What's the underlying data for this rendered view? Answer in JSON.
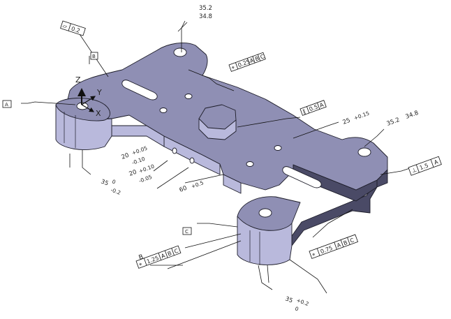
{
  "colors": {
    "top_face": "#8f8fb4",
    "side_face": "#b9b9dc",
    "dark_face": "#4a4a66",
    "edge": "#1c1c28",
    "leader": "#111111",
    "background": "#ffffff"
  },
  "datums": {
    "a": "A",
    "b": "B",
    "c": "C",
    "b_lower": "B"
  },
  "axes": {
    "z": "Z",
    "y": "Y",
    "x": "X"
  },
  "tolerance_frames": {
    "flatness": {
      "symbol": "▱",
      "value": "0.2"
    },
    "top_position": {
      "symbol": "⌖",
      "value": "0.25",
      "datums": [
        "A",
        "B",
        "C"
      ]
    },
    "hex_parallel": {
      "symbol": "∥",
      "value": "0.5",
      "datums": [
        "A"
      ]
    },
    "right_perpendicular": {
      "symbol": "⊥",
      "value": "1.5",
      "datums": [
        "A"
      ]
    },
    "bottom_position": {
      "symbol": "⌖",
      "value": "0.75",
      "datums": [
        "A",
        "B",
        "C"
      ]
    },
    "left_position": {
      "symbol": "⌖",
      "value": "1.25",
      "datums": [
        "A",
        "B",
        "C"
      ]
    }
  },
  "dimensions": {
    "top_upper": "35.2",
    "top_lower": "34.8",
    "right_35_2": "35.2",
    "right_34_8": "34.8",
    "dim_25_main": "25",
    "dim_25_tol": "+0.15",
    "dim_20a_main": "20",
    "dim_20a_tol_upper": "+0.05",
    "dim_20a_tol_lower": "-0.10",
    "dim_20b_main": "20",
    "dim_20b_tol_upper": "+0.10",
    "dim_20b_tol_lower": "-0.05",
    "dim_60_main": "60",
    "dim_60_tol": "+0.5",
    "left_35_main": "35",
    "left_35_upper": "0",
    "left_35_lower": "-0.2",
    "bottom_35_main": "35",
    "bottom_35_upper": "+0.2",
    "bottom_35_lower": "0"
  }
}
